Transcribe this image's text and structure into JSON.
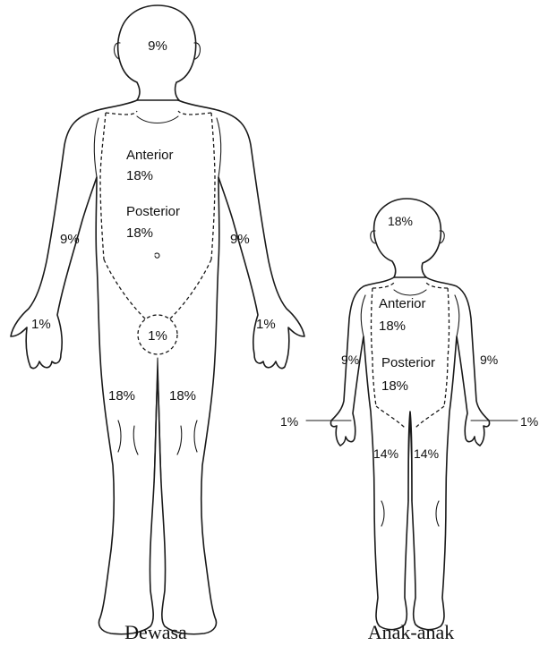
{
  "adult": {
    "caption": "Dewasa",
    "head": "9%",
    "front": "Anterior",
    "front_pct": "18%",
    "back": "Posterior",
    "back_pct": "18%",
    "arm_left": "9%",
    "arm_right": "9%",
    "hand_left": "1%",
    "hand_right": "1%",
    "groin": "1%",
    "leg_left": "18%",
    "leg_right": "18%"
  },
  "child": {
    "caption": "Anak-anak",
    "head": "18%",
    "front": "Anterior",
    "front_pct": "18%",
    "back": "Posterior",
    "back_pct": "18%",
    "arm_left": "9%",
    "arm_right": "9%",
    "hand_left": "1%",
    "hand_right": "1%",
    "leg_left": "14%",
    "leg_right": "14%"
  }
}
